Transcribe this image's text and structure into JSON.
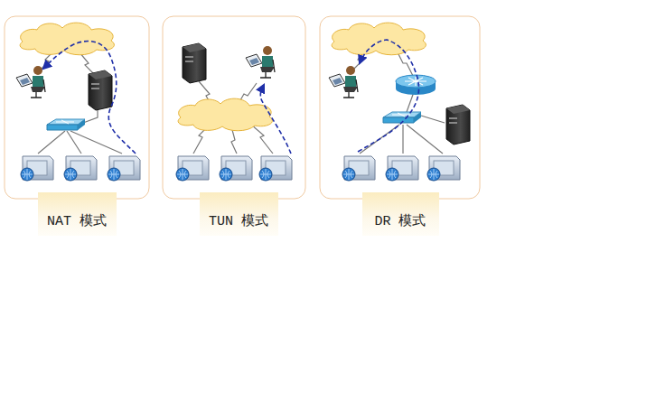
{
  "diagram": {
    "nodes": [
      {
        "text": [
          "NAT 模式"
        ]
      },
      {
        "text": [
          "TUN 模式"
        ]
      },
      {
        "text": [
          "DR 模式"
        ]
      }
    ]
  }
}
